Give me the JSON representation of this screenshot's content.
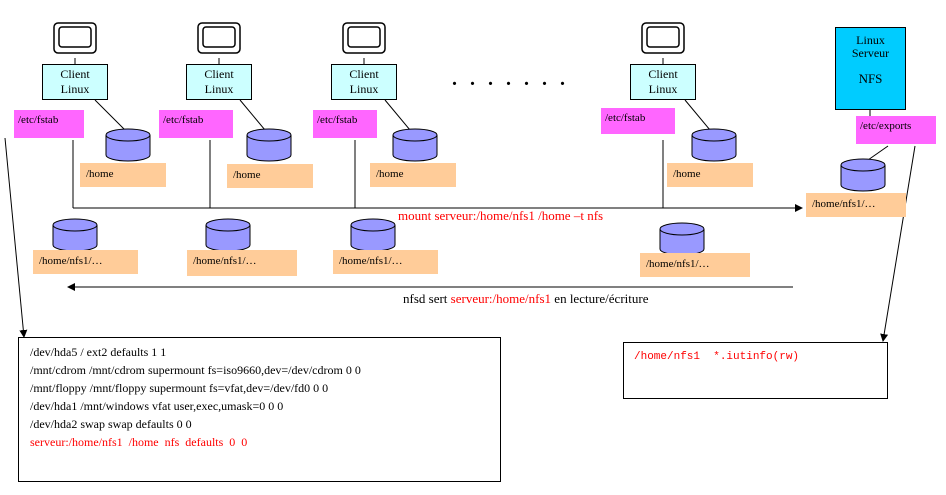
{
  "clients": [
    {
      "label_line1": "Client",
      "label_line2": "Linux",
      "fstab": "/etc/fstab",
      "home": "/home",
      "mount": "/home/nfs1/…"
    },
    {
      "label_line1": "Client",
      "label_line2": "Linux",
      "fstab": "/etc/fstab",
      "home": "/home",
      "mount": "/home/nfs1/…"
    },
    {
      "label_line1": "Client",
      "label_line2": "Linux",
      "fstab": "/etc/fstab",
      "home": "/home",
      "mount": "/home/nfs1/…"
    },
    {
      "label_line1": "Client",
      "label_line2": "Linux",
      "fstab": "/etc/fstab",
      "home": "/home",
      "mount": "/home/nfs1/…"
    }
  ],
  "ellipsis": ". . . . . . .",
  "server": {
    "line1": "Linux",
    "line2": "Serveur",
    "line3": "NFS",
    "exports": "/etc/exports",
    "share": "/home/nfs1/…"
  },
  "arrows": {
    "mount_cmd": "mount serveur:/home/nfs1 /home –t nfs",
    "nfsd_prefix": "nfsd sert",
    "nfsd_path": "serveur:/home/nfs1",
    "nfsd_suffix": "en lecture/écriture"
  },
  "fstab_box": {
    "lines": [
      "/dev/hda5 / ext2 defaults 1 1",
      "/mnt/cdrom /mnt/cdrom supermount fs=iso9660,dev=/dev/cdrom 0 0",
      "/mnt/floppy /mnt/floppy supermount fs=vfat,dev=/dev/fd0 0 0",
      "/dev/hda1 /mnt/windows vfat user,exec,umask=0 0 0",
      "/dev/hda2 swap swap defaults 0 0"
    ],
    "highlight": "serveur:/home/nfs1  /home  nfs  defaults  0  0"
  },
  "exports_box": {
    "line": "/home/nfs1  *.iutinfo(rw)"
  },
  "colors": {
    "client_box": "#ccffff",
    "server_box": "#00ccff",
    "fstab_tag": "#ff66ff",
    "home_tag": "#ffcc99",
    "disk": "#9999ff",
    "highlight_text": "#ff0000"
  }
}
